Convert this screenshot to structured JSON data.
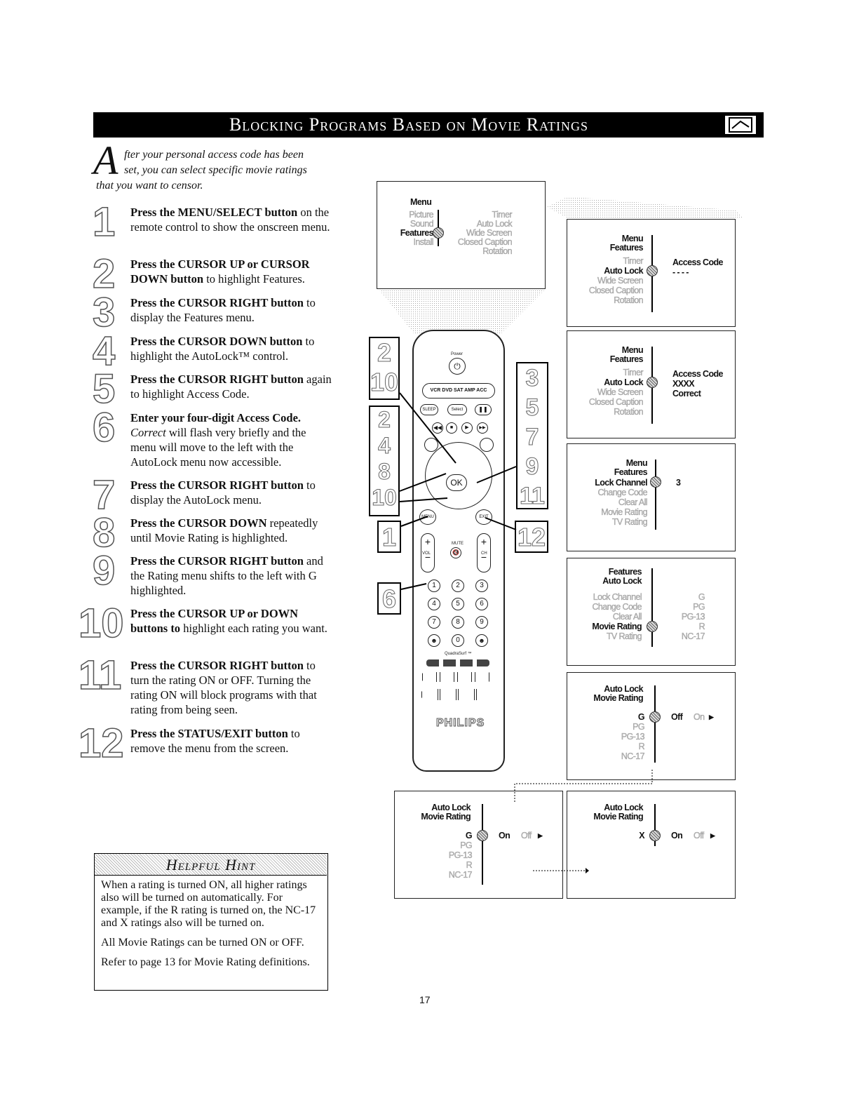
{
  "header": {
    "title": "Blocking Programs Based on Movie Ratings",
    "icon": "tv-screen-icon"
  },
  "intro": {
    "dropcap": "A",
    "line1": "fter your personal access code has been",
    "line2": "set, you can select specific movie ratings",
    "line3": "that you want to censor."
  },
  "steps": [
    {
      "num": "1",
      "bold": "Press the MENU/SELECT button",
      "rest": " on the remote control to show the onscreen menu."
    },
    {
      "num": "2",
      "bold": "Press the CURSOR UP or CURSOR DOWN button",
      "rest": " to highlight Features."
    },
    {
      "num": "3",
      "bold": "Press the CURSOR RIGHT button",
      "rest": " to display the Features menu."
    },
    {
      "num": "4",
      "bold": "Press the CURSOR DOWN button",
      "rest": " to highlight the AutoLock™ control."
    },
    {
      "num": "5",
      "bold": "Press the CURSOR RIGHT button",
      "rest": " again to highlight Access Code."
    },
    {
      "num": "6",
      "bold": "Enter your four-digit Access Code.",
      "italic": "Correct",
      "rest": " will flash very briefly and the menu will move to the left with the AutoLock menu now accessible."
    },
    {
      "num": "7",
      "bold": "Press the CURSOR RIGHT button",
      "rest": " to display the AutoLock menu."
    },
    {
      "num": "8",
      "bold": "Press the CURSOR DOWN",
      "rest": " repeatedly until Movie Rating is highlighted."
    },
    {
      "num": "9",
      "bold": "Press the CURSOR RIGHT button",
      "rest": " and the Rating menu shifts to the left with G highlighted."
    },
    {
      "num": "10",
      "bold": "Press the CURSOR UP or DOWN buttons to",
      "rest": " highlight each rating you want."
    },
    {
      "num": "11",
      "bold": "Press the CURSOR RIGHT button",
      "rest": " to turn the rating ON or OFF. Turning the rating ON will block programs with that rating from being seen."
    },
    {
      "num": "12",
      "bold": "Press the STATUS/EXIT button",
      "rest": " to remove the menu from the screen."
    }
  ],
  "hint": {
    "title": "Helpful Hint",
    "p1": "When a rating is turned ON, all higher ratings also will be turned on automatically. For example, if the R rating is turned on, the NC-17 and X ratings also will be turned on.",
    "p2": "All Movie Ratings can be turned ON or OFF.",
    "p3": "Refer to page 13 for Movie Rating definitions."
  },
  "screens": {
    "s1": {
      "menu": "Menu",
      "left": [
        "Picture",
        "Sound",
        "Features",
        "Install"
      ],
      "right": [
        "Timer",
        "Auto Lock",
        "Wide Screen",
        "Closed Caption",
        "Rotation"
      ]
    },
    "s2": {
      "menu": "Menu",
      "sub": "Features",
      "left": [
        "Timer",
        "Auto Lock",
        "Wide Screen",
        "Closed Caption",
        "Rotation"
      ],
      "right": "Access Code",
      "code": "- - - -"
    },
    "s3": {
      "menu": "Menu",
      "sub": "Features",
      "left": [
        "Timer",
        "Auto Lock",
        "Wide Screen",
        "Closed Caption",
        "Rotation"
      ],
      "right": "Access Code",
      "code": "XXXX",
      "status": "Correct"
    },
    "s4": {
      "menu": "Menu",
      "sub": "Features",
      "left": [
        "Lock Channel",
        "Change Code",
        "Clear All",
        "Movie Rating",
        "TV Rating"
      ],
      "value": "3"
    },
    "s5": {
      "menu": "Features",
      "sub": "Auto Lock",
      "left": [
        "Lock Channel",
        "Change Code",
        "Clear All",
        "Movie Rating",
        "TV Rating"
      ],
      "right": [
        "G",
        "PG",
        "PG-13",
        "R",
        "NC-17"
      ]
    },
    "s6": {
      "menu": "Auto Lock",
      "sub": "Movie Rating",
      "left": [
        "G",
        "PG",
        "PG-13",
        "R",
        "NC-17"
      ],
      "opt1": "Off",
      "opt2": "On"
    },
    "s7": {
      "menu": "Auto Lock",
      "sub": "Movie Rating",
      "left": [
        "G",
        "PG",
        "PG-13",
        "R",
        "NC-17"
      ],
      "opt1": "On",
      "opt2": "Off"
    },
    "s8": {
      "menu": "Auto Lock",
      "sub": "Movie Rating",
      "left": [
        "X"
      ],
      "opt1": "On",
      "opt2": "Off"
    }
  },
  "remote": {
    "power": "Power",
    "source": "VCR DVD SAT AMP ACC",
    "sleep": "SLEEP",
    "select": "Select",
    "ok": "OK",
    "menu": "MENU",
    "exit": "EXIT",
    "brand": "PHILIPS",
    "quadra": "QuadraSurf ™",
    "vol": "VOL",
    "ch": "CH",
    "mute": "MUTE",
    "digits": [
      "1",
      "2",
      "3",
      "4",
      "5",
      "6",
      "7",
      "8",
      "9",
      "0"
    ],
    "callouts_left": [
      "2",
      "10",
      "2",
      "4",
      "8",
      "10",
      "1",
      "6"
    ],
    "callouts_right": [
      "3",
      "5",
      "7",
      "9",
      "11",
      "12"
    ]
  },
  "page_number": "17"
}
